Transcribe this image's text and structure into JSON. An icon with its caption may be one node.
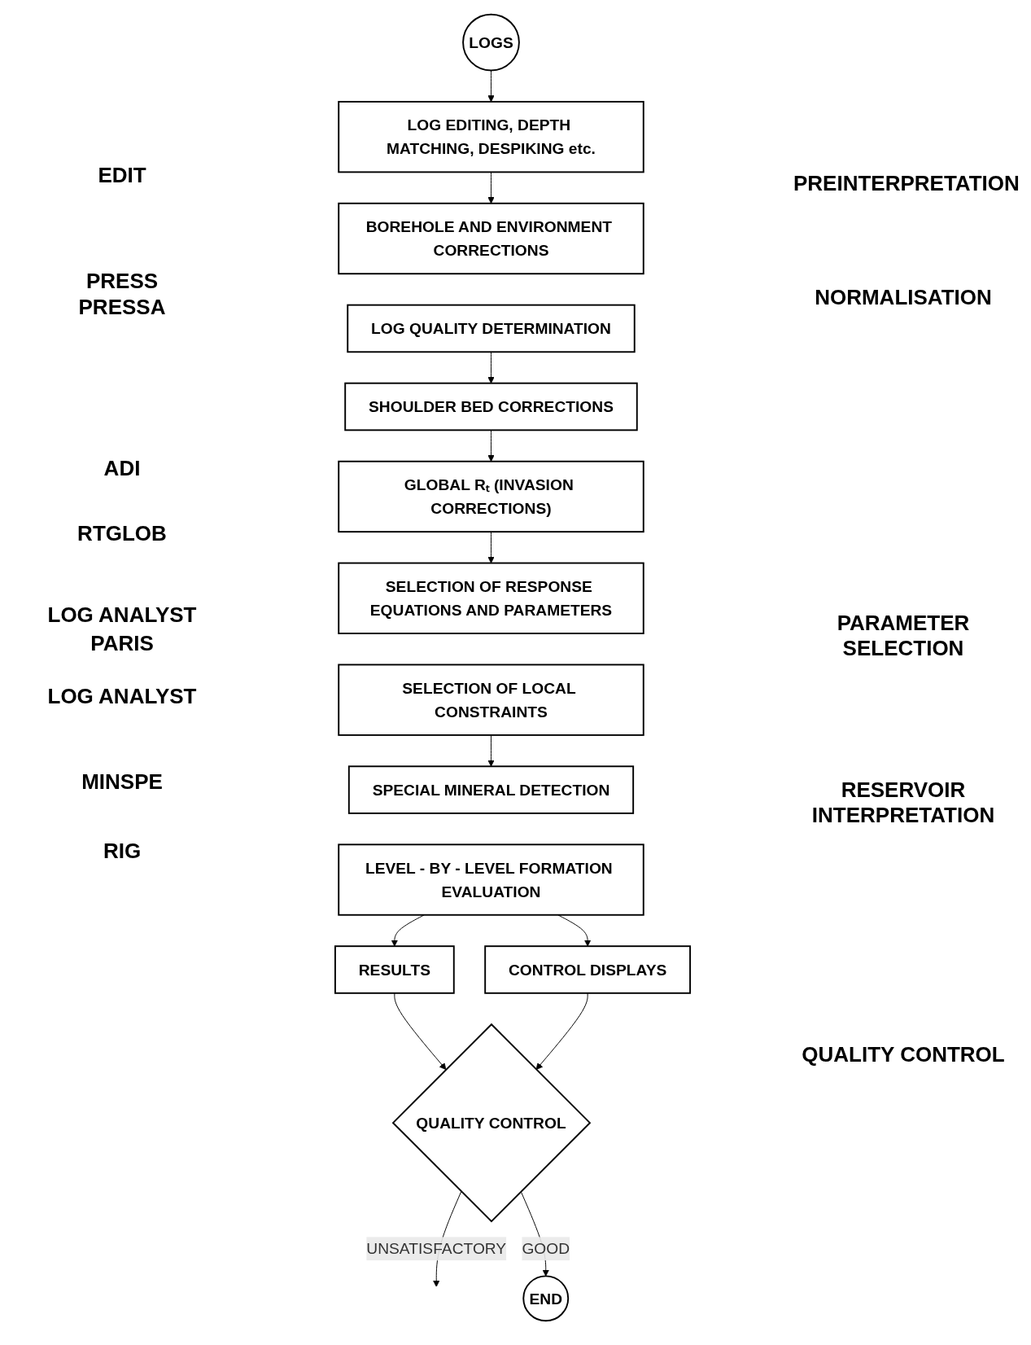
{
  "diagram": {
    "nodes": [
      {
        "text": [
          "LOGS"
        ]
      },
      {
        "text": [
          "LOG EDITING, DEPTH MATCHING, DESPIKING etc."
        ]
      },
      {
        "text": [
          "BOREHOLE AND ENVIRONMENT CORRECTIONS"
        ]
      },
      {
        "text": [
          "LOG QUALITY DETERMINATION"
        ]
      },
      {
        "text": [
          "SHOULDER BED CORRECTIONS"
        ]
      },
      {
        "text": [
          "GLOBAL Rₜ (INVASION CORRECTIONS)"
        ]
      },
      {
        "text": [
          "SELECTION OF RESPONSE EQUATIONS AND PARAMETERS"
        ]
      },
      {
        "text": [
          "SELECTION OF LOCAL CONSTRAINTS"
        ]
      },
      {
        "text": [
          "SPECIAL MINERAL DETECTION"
        ]
      },
      {
        "text": [
          "LEVEL - BY - LEVEL FORMATION EVALUATION"
        ]
      },
      {
        "text": [
          "RESULTS"
        ]
      },
      {
        "text": [
          "CONTROL DISPLAYS"
        ]
      },
      {
        "text": [
          "QUALITY CONTROL"
        ]
      },
      {
        "text": [
          "END"
        ]
      }
    ],
    "edges": [
      {
        "from": 0,
        "to": 1,
        "arrow": "to"
      },
      {
        "from": 1,
        "to": 2,
        "arrow": "to"
      },
      {
        "from": 3,
        "to": 4,
        "arrow": "to"
      },
      {
        "from": 4,
        "to": 5,
        "arrow": "to"
      },
      {
        "from": 5,
        "to": 6,
        "arrow": "to"
      },
      {
        "from": 7,
        "to": 8,
        "arrow": "to"
      },
      {
        "from": 9,
        "to": 10,
        "arrow": "to"
      },
      {
        "from": 9,
        "to": 11,
        "arrow": "to"
      },
      {
        "from": 10,
        "to": 12,
        "arrow": "to"
      },
      {
        "from": 11,
        "to": 12,
        "arrow": "to"
      },
      {
        "from": 12,
        "to": null,
        "label": "UNSATISFACTORY",
        "arrow": "to"
      },
      {
        "from": 12,
        "to": 13,
        "label": "GOOD",
        "arrow": "to"
      }
    ],
    "labels": [
      "EDIT",
      "PREINTERPRETATION",
      "PRESS",
      "PRESSA",
      "NORMALISATION",
      "ADI",
      "RTGLOB",
      "LOG ANALYST",
      "PARIS",
      "PARAMETER SELECTION",
      "LOG ANALYST",
      "MINSPE",
      "RESERVOIR INTERPRETATION",
      "RIG",
      "QUALITY CONTROL"
    ]
  }
}
